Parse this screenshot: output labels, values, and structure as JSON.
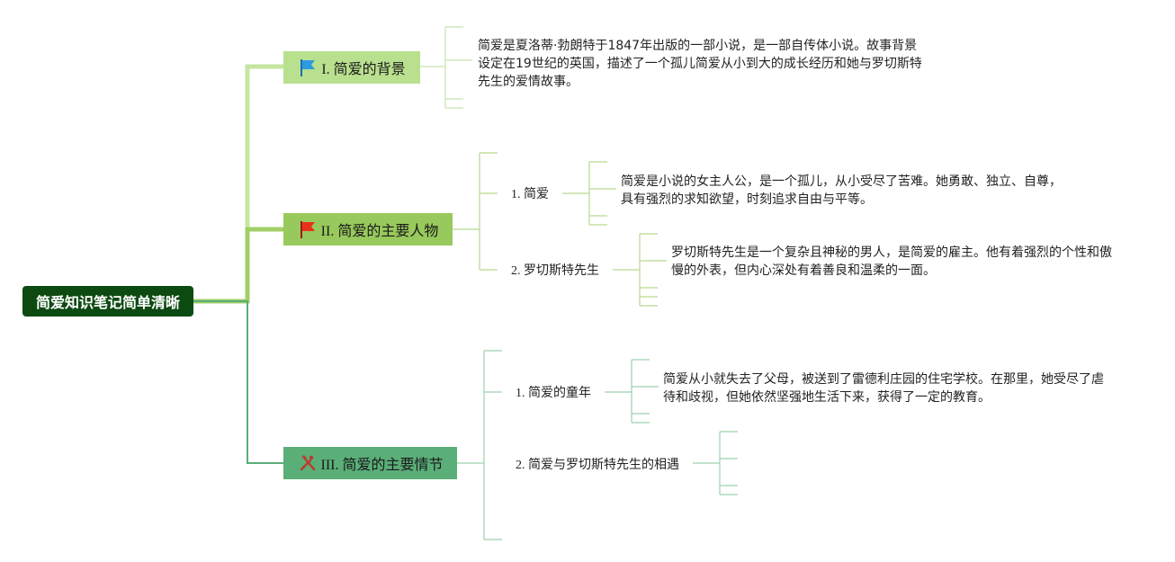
{
  "root": {
    "label": "简爱知识笔记简单清晰"
  },
  "branches": [
    {
      "label": "I. 简爱的背景",
      "icon": "blue-flag-icon",
      "color": "#b9e08e",
      "note": "简爱是夏洛蒂·勃朗特于1847年出版的一部小说，是一部自传体小说。故事背景设定在19世纪的英国，描述了一个孤儿简爱从小到大的成长经历和她与罗切斯特先生的爱情故事。"
    },
    {
      "label": "II. 简爱的主要人物",
      "icon": "red-flag-icon",
      "color": "#98c95c",
      "children": [
        {
          "label": "1. 简爱",
          "note": "简爱是小说的女主人公，是一个孤儿，从小受尽了苦难。她勇敢、独立、自尊，具有强烈的求知欲望，时刻追求自由与平等。"
        },
        {
          "label": "2. 罗切斯特先生",
          "note": "罗切斯特先生是一个复杂且神秘的男人，是简爱的雇主。他有着强烈的个性和傲慢的外表，但内心深处有着善良和温柔的一面。"
        }
      ]
    },
    {
      "label": "III. 简爱的主要情节",
      "icon": "tools-icon",
      "color": "#5aae78",
      "children": [
        {
          "label": "1. 简爱的童年",
          "note": "简爱从小就失去了父母，被送到了雷德利庄园的住宅学校。在那里，她受尽了虐待和歧视，但她依然坚强地生活下来，获得了一定的教育。"
        },
        {
          "label": "2. 简爱与罗切斯特先生的相遇"
        }
      ]
    }
  ]
}
